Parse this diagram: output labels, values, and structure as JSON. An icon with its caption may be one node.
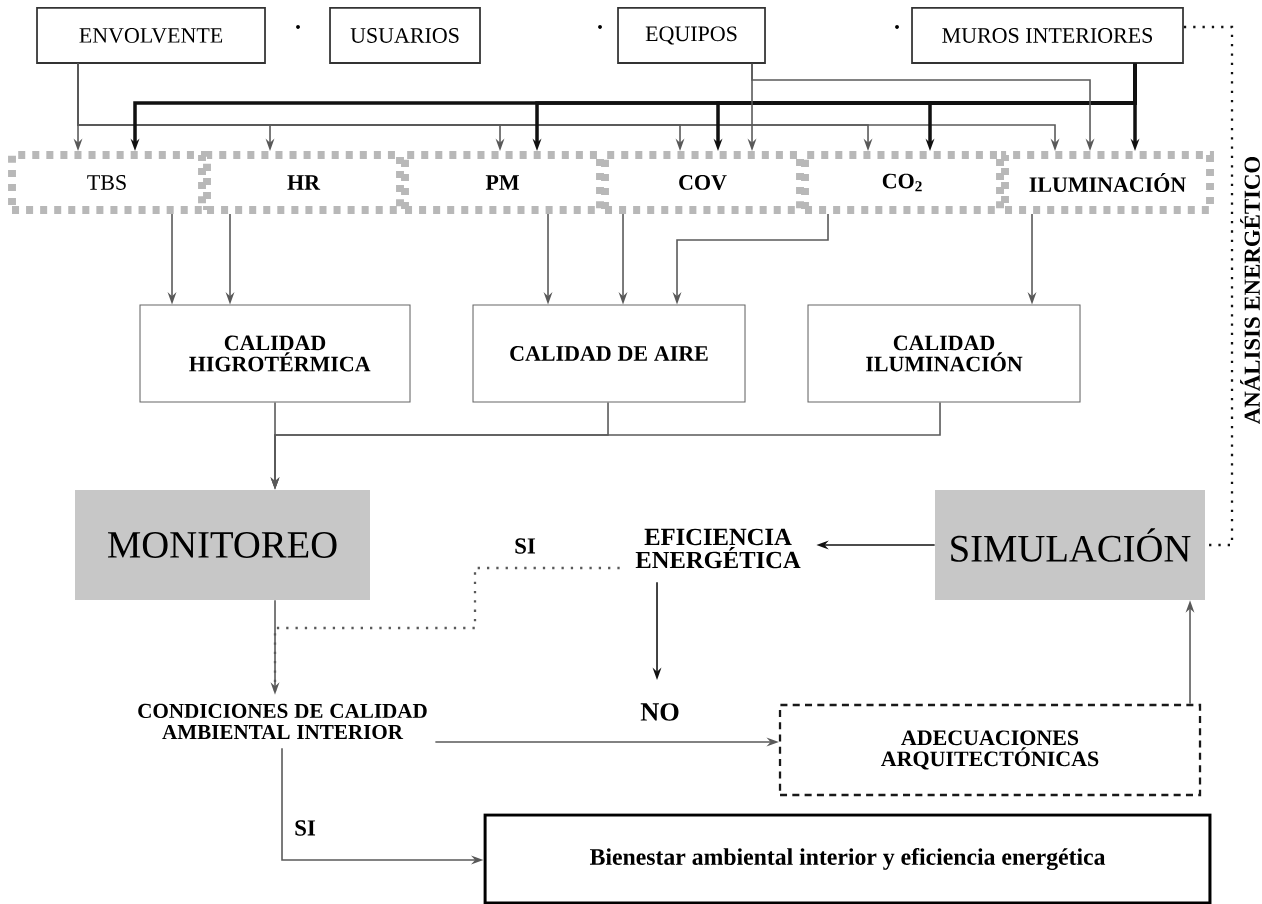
{
  "diagram": {
    "nodes": [
      {
        "text": [
          "ENVOLVENTE"
        ]
      },
      {
        "text": [
          "USUARIOS"
        ]
      },
      {
        "text": [
          "EQUIPOS"
        ]
      },
      {
        "text": [
          "MUROS INTERIORES"
        ]
      },
      {
        "text": [
          "TBS"
        ]
      },
      {
        "text": [
          "HR"
        ]
      },
      {
        "text": [
          "PM"
        ]
      },
      {
        "text": [
          "COV"
        ]
      },
      {
        "text": [
          "CO$_{2}$"
        ]
      },
      {
        "text": [
          "ILUMINACIÓN"
        ]
      },
      {
        "text": [
          "CALIDAD HIGROTÉRMICA"
        ]
      },
      {
        "text": [
          "CALIDAD DE AIRE"
        ]
      },
      {
        "text": [
          "CALIDAD ILUMINACIÓN"
        ]
      },
      {
        "text": [
          "MONITOREO"
        ]
      },
      {
        "text": [
          "EFICIENCIA ENERGÉTICA"
        ]
      },
      {
        "text": [
          "SIMULACIÓN"
        ]
      },
      {
        "text": [
          "CONDICIONES DE CALIDAD AMBIENTAL INTERIOR"
        ]
      },
      {
        "text": [
          "ADECUACIONES ARQUITECTÓNICAS"
        ]
      },
      {
        "text": [
          "Bienestar ambiental interior y eficiencia energética"
        ]
      }
    ],
    "edges": [
      {
        "from": 0,
        "to": 4,
        "arrow": "to"
      },
      {
        "from": 0,
        "to": 5,
        "arrow": "to"
      },
      {
        "from": 0,
        "to": 6,
        "arrow": "to"
      },
      {
        "from": 0,
        "to": 7,
        "arrow": "to"
      },
      {
        "from": 0,
        "to": 8,
        "arrow": "to"
      },
      {
        "from": 0,
        "to": 9,
        "arrow": "to"
      },
      {
        "from": 3,
        "to": 4,
        "arrow": "to",
        "style": "thick",
        "color": "#111111"
      },
      {
        "from": 3,
        "to": 6,
        "arrow": "to",
        "style": "thick",
        "color": "#111111"
      },
      {
        "from": 3,
        "to": 7,
        "arrow": "to",
        "style": "thick",
        "color": "#111111"
      },
      {
        "from": 3,
        "to": 8,
        "arrow": "to",
        "style": "thick",
        "color": "#111111"
      },
      {
        "from": 3,
        "to": 9,
        "arrow": "to",
        "style": "thick",
        "color": "#111111"
      },
      {
        "from": 2,
        "to": 7,
        "arrow": "to"
      },
      {
        "from": 2,
        "to": 9,
        "arrow": "to"
      },
      {
        "from": 4,
        "to": 10,
        "arrow": "to"
      },
      {
        "from": 5,
        "to": 10,
        "arrow": "to"
      },
      {
        "from": 6,
        "to": 11,
        "arrow": "to"
      },
      {
        "from": 7,
        "to": 11,
        "arrow": "to"
      },
      {
        "from": 8,
        "to": 11,
        "arrow": "to"
      },
      {
        "from": 9,
        "to": 12,
        "arrow": "to"
      },
      {
        "from": 10,
        "to": 13,
        "arrow": "to"
      },
      {
        "from": 11,
        "to": 13,
        "arrow": "to"
      },
      {
        "from": 12,
        "to": 13,
        "arrow": "to"
      },
      {
        "from": 13,
        "to": 16,
        "arrow": "to"
      },
      {
        "from": 14,
        "to": 16,
        "arrow": "none",
        "style": "dashed",
        "label": "SI"
      },
      {
        "from": 15,
        "to": 14,
        "arrow": "to",
        "color": "#111111"
      },
      {
        "from": 14,
        "to": null,
        "arrow": "to",
        "color": "#111111"
      },
      {
        "from": 16,
        "to": 17,
        "arrow": "to",
        "label": "NO"
      },
      {
        "from": 17,
        "to": 15,
        "arrow": "to"
      },
      {
        "from": 16,
        "to": 18,
        "arrow": "to",
        "label": "SI"
      },
      {
        "from": 3,
        "to": 15,
        "arrow": "none",
        "style": "dashed",
        "color": "#111111",
        "label": "ANÁLISIS ENERGÉTICO"
      }
    ]
  }
}
